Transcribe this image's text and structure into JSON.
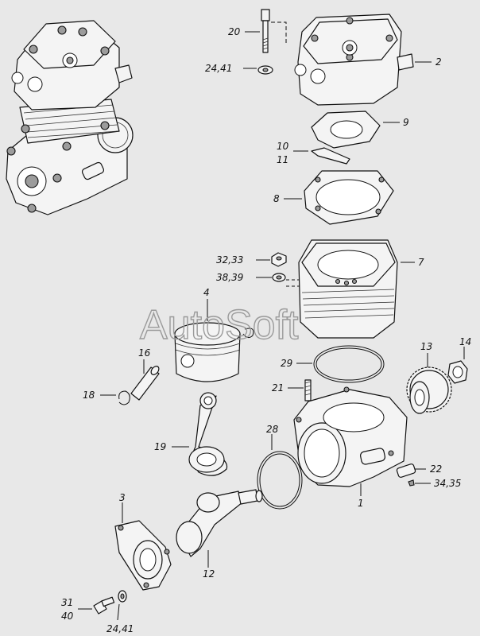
{
  "watermark": "AutoSoft",
  "labels": {
    "p20": "20",
    "p24_41_top": "24,41",
    "p2": "2",
    "p9": "9",
    "p10": "10",
    "p11": "11",
    "p8": "8",
    "p32_33": "32,33",
    "p38_39": "38,39",
    "p7": "7",
    "p4": "4",
    "p16": "16",
    "p18": "18",
    "p29": "29",
    "p21": "21",
    "p13": "13",
    "p14": "14",
    "p28": "28",
    "p19": "19",
    "p22": "22",
    "p34_35": "34,35",
    "p1": "1",
    "p3": "3",
    "p12": "12",
    "p31": "31",
    "p40": "40",
    "p24_41_bottom": "24,41"
  }
}
